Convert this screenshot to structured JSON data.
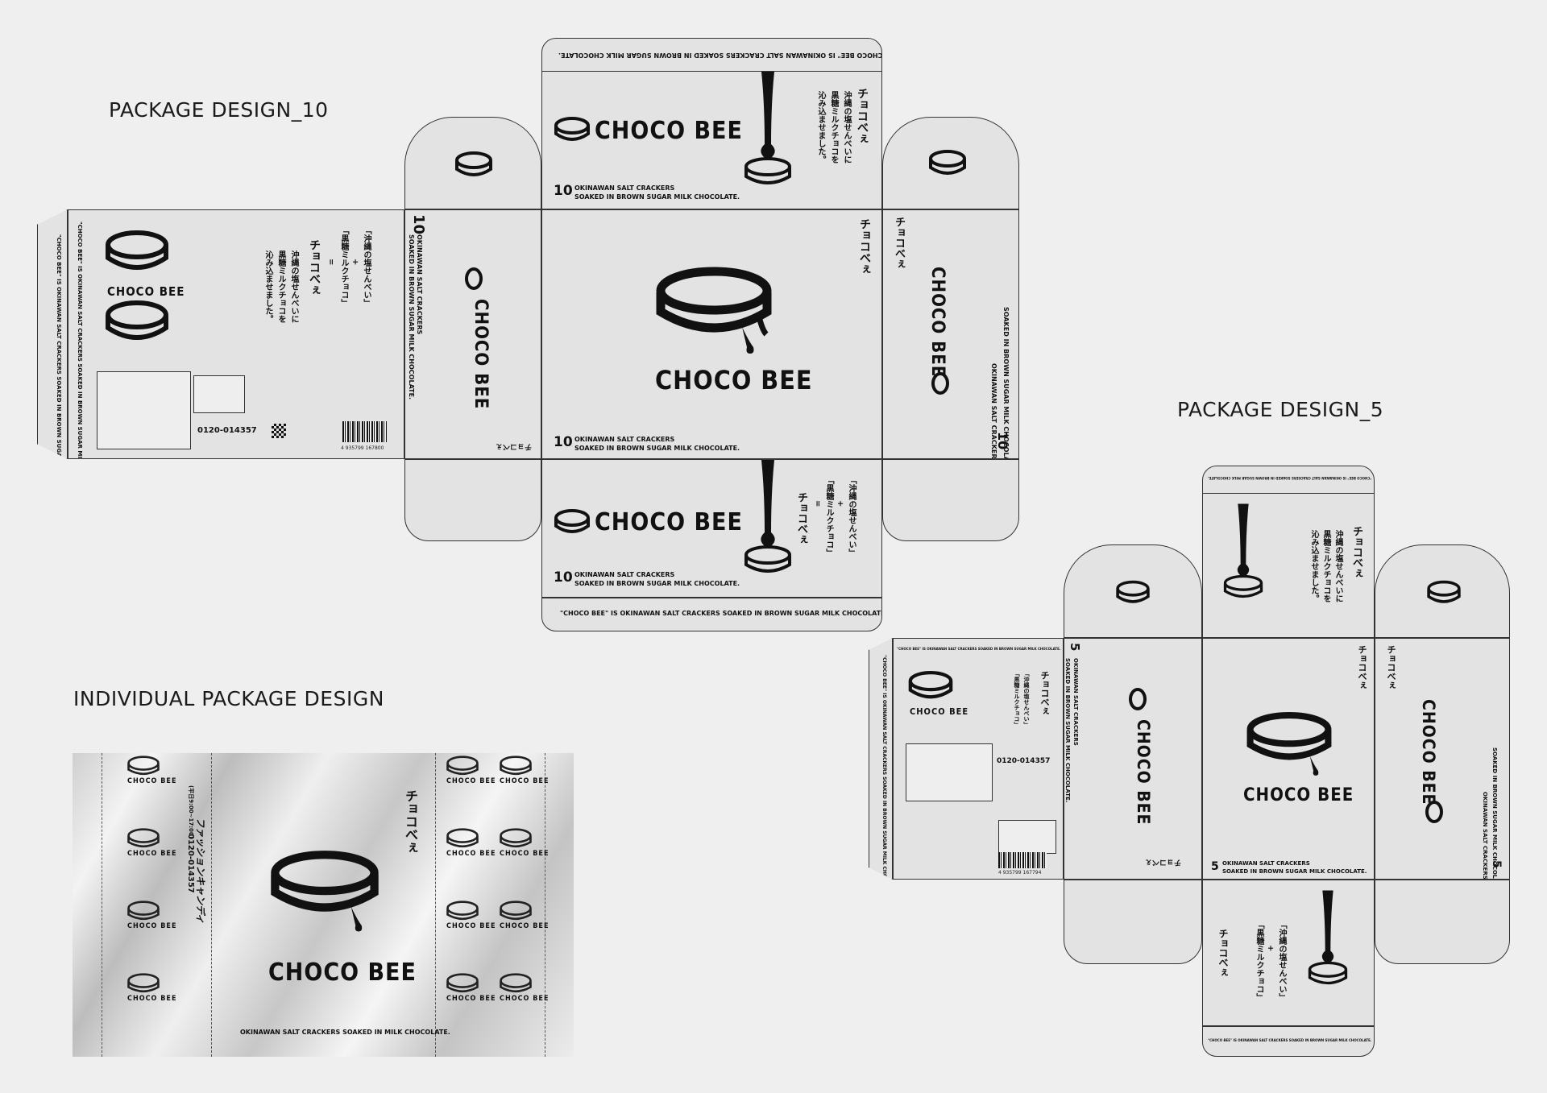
{
  "headings": {
    "design10": "PACKAGE DESIGN_10",
    "design5": "PACKAGE DESIGN_5",
    "individual": "INDIVIDUAL PACKAGE DESIGN"
  },
  "brand": {
    "name": "CHOCO BEE",
    "katakana": "チョコべぇ",
    "tagline_line1": "OKINAWAN SALT CRACKERS",
    "tagline_line2": "SOAKED IN BROWN SUGAR MILK CHOCOLATE.",
    "statement": "\"CHOCO BEE\" IS OKINAWAN SALT CRACKERS  SOAKED IN BROWN SUGAR MILK CHOCOLATE.",
    "individual_tagline": "OKINAWAN SALT CRACKERS  SOAKED IN MILK CHOCOLATE.",
    "jp_desc1": "沖縄の塩せんべいに",
    "jp_desc2": "黒糖ミルクチョコを",
    "jp_desc3": "沁み込ませました。",
    "jp_formula1": "「沖縄の塩せんべい」",
    "jp_plus": "+",
    "jp_formula2": "「黒糖ミルクチョコ」",
    "jp_equals": "="
  },
  "package10": {
    "count": "10",
    "phone": "0120-014357",
    "barcode": "4 935799 167800"
  },
  "package5": {
    "count": "5",
    "phone": "0120-014357",
    "barcode": "4 935799 167794"
  },
  "individual": {
    "company": "ファッションキャンディ",
    "phone": "0120-014357",
    "hours": "(平日9:00~17:00)"
  },
  "colors": {
    "background": "#efefef",
    "panel": "#e3e3e3",
    "ink": "#111111"
  }
}
